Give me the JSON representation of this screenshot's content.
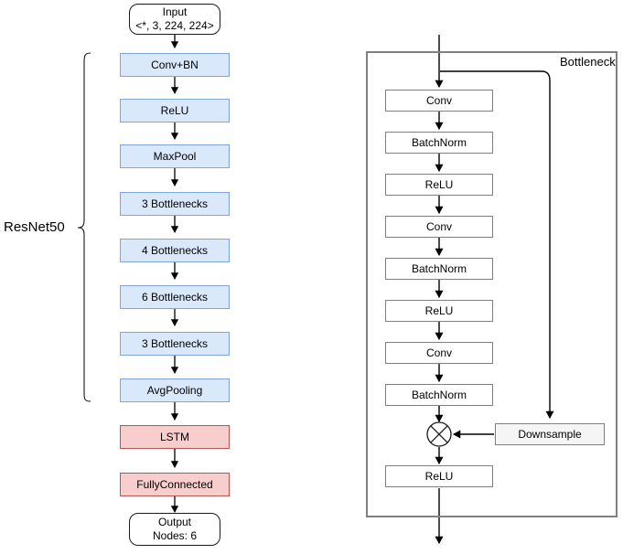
{
  "diagram": {
    "title_group_label": "ResNet50",
    "subgraph_label": "Bottleneck"
  },
  "main_pipeline": {
    "input": {
      "label": "Input\n<*, 3, 224, 224>",
      "shape": "rounded-rect",
      "fill": "#ffffff",
      "stroke": "#1a1a1a"
    },
    "backbone_blocks": [
      {
        "label": "Conv+BN",
        "fill": "#dae8fc",
        "stroke": "#7ea6d9"
      },
      {
        "label": "ReLU",
        "fill": "#dae8fc",
        "stroke": "#7ea6d9"
      },
      {
        "label": "MaxPool",
        "fill": "#dae8fc",
        "stroke": "#7ea6d9"
      },
      {
        "label": "3 Bottlenecks",
        "fill": "#dae8fc",
        "stroke": "#7ea6d9"
      },
      {
        "label": "4 Bottlenecks",
        "fill": "#dae8fc",
        "stroke": "#7ea6d9"
      },
      {
        "label": "6 Bottlenecks",
        "fill": "#dae8fc",
        "stroke": "#7ea6d9"
      },
      {
        "label": "3 Bottlenecks",
        "fill": "#dae8fc",
        "stroke": "#7ea6d9"
      },
      {
        "label": "AvgPooling",
        "fill": "#dae8fc",
        "stroke": "#7ea6d9"
      }
    ],
    "head_blocks": [
      {
        "label": "LSTM",
        "fill": "#f8cecc",
        "stroke": "#b85450"
      },
      {
        "label": "FullyConnected",
        "fill": "#f8cecc",
        "stroke": "#b85450"
      }
    ],
    "output": {
      "label": "Output\nNodes: 6",
      "shape": "rounded-rect",
      "fill": "#ffffff",
      "stroke": "#1a1a1a"
    }
  },
  "bottleneck": {
    "label": "Bottleneck",
    "blocks": [
      {
        "label": "Conv",
        "fill": "#ffffff",
        "stroke": "#808080"
      },
      {
        "label": "BatchNorm",
        "fill": "#ffffff",
        "stroke": "#808080"
      },
      {
        "label": "ReLU",
        "fill": "#ffffff",
        "stroke": "#808080"
      },
      {
        "label": "Conv",
        "fill": "#ffffff",
        "stroke": "#808080"
      },
      {
        "label": "BatchNorm",
        "fill": "#ffffff",
        "stroke": "#808080"
      },
      {
        "label": "ReLU",
        "fill": "#ffffff",
        "stroke": "#808080"
      },
      {
        "label": "Conv",
        "fill": "#ffffff",
        "stroke": "#808080"
      },
      {
        "label": "BatchNorm",
        "fill": "#ffffff",
        "stroke": "#808080"
      }
    ],
    "merge_node": {
      "symbol": "cross-circle",
      "label": ""
    },
    "downsample": {
      "label": "Downsample",
      "fill": "#f5f5f5",
      "stroke": "#808080"
    },
    "final_block": {
      "label": "ReLU",
      "fill": "#ffffff",
      "stroke": "#808080"
    }
  },
  "colors": {
    "blue_fill": "#dae8fc",
    "blue_stroke": "#7ea6d9",
    "red_fill": "#f8cecc",
    "red_stroke": "#b85450",
    "gray_fill": "#f5f5f5",
    "gray_stroke": "#808080",
    "line": "#000000"
  }
}
